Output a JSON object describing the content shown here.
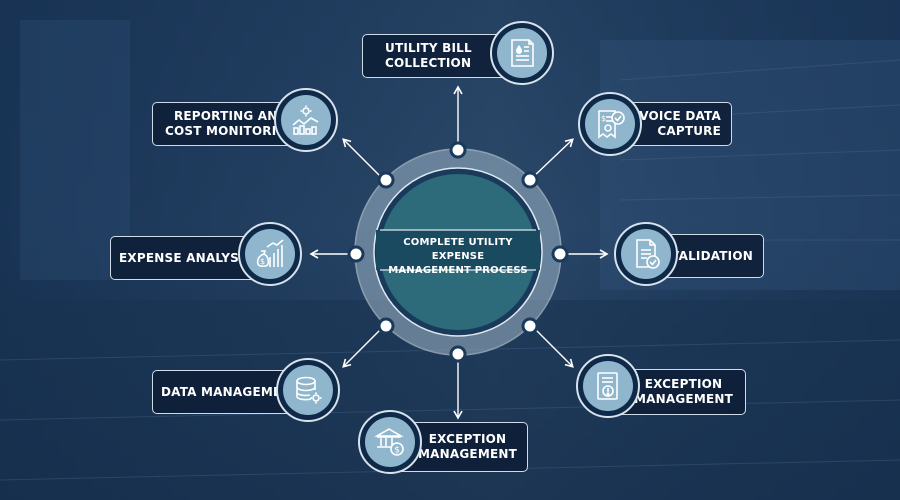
{
  "center": {
    "line1": "COMPLETE UTILITY EXPENSE",
    "line2": "MANAGEMENT PROCESS"
  },
  "nodes": [
    {
      "line1": "UTILITY BILL",
      "line2": "COLLECTION",
      "icon": "utility-bill-icon"
    },
    {
      "line1": "INVOICE DATA",
      "line2": "CAPTURE",
      "icon": "invoice-capture-icon"
    },
    {
      "line1": "VALIDATION",
      "icon": "validation-icon"
    },
    {
      "line1": "EXCEPTION",
      "line2": "MANAGEMENT",
      "icon": "exception-alert-icon"
    },
    {
      "line1": "EXCEPTION",
      "line2": "MANAGEMENT",
      "icon": "bank-payment-icon"
    },
    {
      "line1": "DATA MANAGEMENT",
      "icon": "database-gear-icon"
    },
    {
      "line1": "EXPENSE ANALYSIS",
      "icon": "money-bag-chart-icon"
    },
    {
      "line1": "REPORTING AND",
      "line2": "COST MONITORING",
      "icon": "reporting-chart-icon"
    }
  ],
  "colors": {
    "background": "#1f3d62",
    "box_fill": "#0e2038",
    "icon_fill": "#8fb6cc",
    "ring_fill": "#9fb6c8",
    "center_fill": "#2d6a7a",
    "stroke": "#d6e2ec"
  }
}
